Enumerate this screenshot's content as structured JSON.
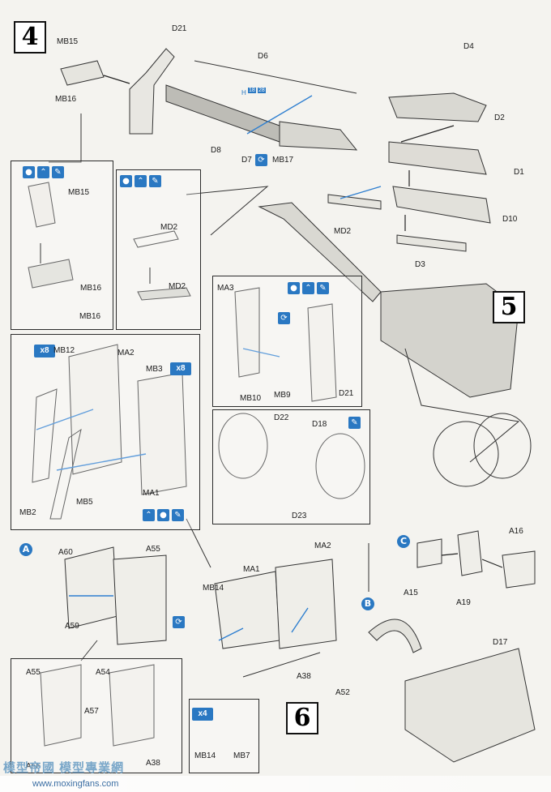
{
  "steps": {
    "step4": "4",
    "step5": "5",
    "step6": "6"
  },
  "labels": {
    "D21_top": "D21",
    "MB15_top": "MB15",
    "MB16_top": "MB16",
    "D6": "D6",
    "D4": "D4",
    "D2": "D2",
    "D1": "D1",
    "D8": "D8",
    "D7": "D7",
    "MB17": "MB17",
    "D10": "D10",
    "MD2_main": "MD2",
    "D3": "D3",
    "box_MB15": "MB15",
    "box_MB16a": "MB16",
    "box_MB16b": "MB16",
    "box_MD2a": "MD2",
    "box_MD2b": "MD2",
    "MA3": "MA3",
    "MB10": "MB10",
    "MB9": "MB9",
    "D21_box": "D21",
    "MB12": "MB12",
    "MA2_a": "MA2",
    "MB3": "MB3",
    "MB2": "MB2",
    "MB5": "MB5",
    "MA1_a": "MA1",
    "D22": "D22",
    "D18": "D18",
    "D23": "D23",
    "A60": "A60",
    "A55_a": "A55",
    "A59": "A59",
    "A55_b": "A55",
    "A54": "A54",
    "A57": "A57",
    "A56": "A56",
    "A38_a": "A38",
    "MA1_b": "MA1",
    "MA2_b": "MA2",
    "MB14_a": "MB14",
    "A38_b": "A38",
    "MB14_b": "MB14",
    "MB7": "MB7",
    "A16": "A16",
    "A15": "A15",
    "A19": "A19",
    "D17": "D17",
    "A52": "A52"
  },
  "badges": {
    "A": "A",
    "B": "B",
    "C": "C"
  },
  "multipliers": {
    "x8_a": "x8",
    "x8_b": "x8",
    "x4": "x4"
  },
  "part_marker": {
    "H": "H",
    "n1": "18",
    "n2": "28"
  },
  "watermark": {
    "site_cn": "模型帝國 模型專業網",
    "url": "www.moxingfans.com"
  },
  "colors": {
    "accent": "#2a78c2",
    "line": "#333333",
    "arrow_blue": "#2f7fd0"
  }
}
